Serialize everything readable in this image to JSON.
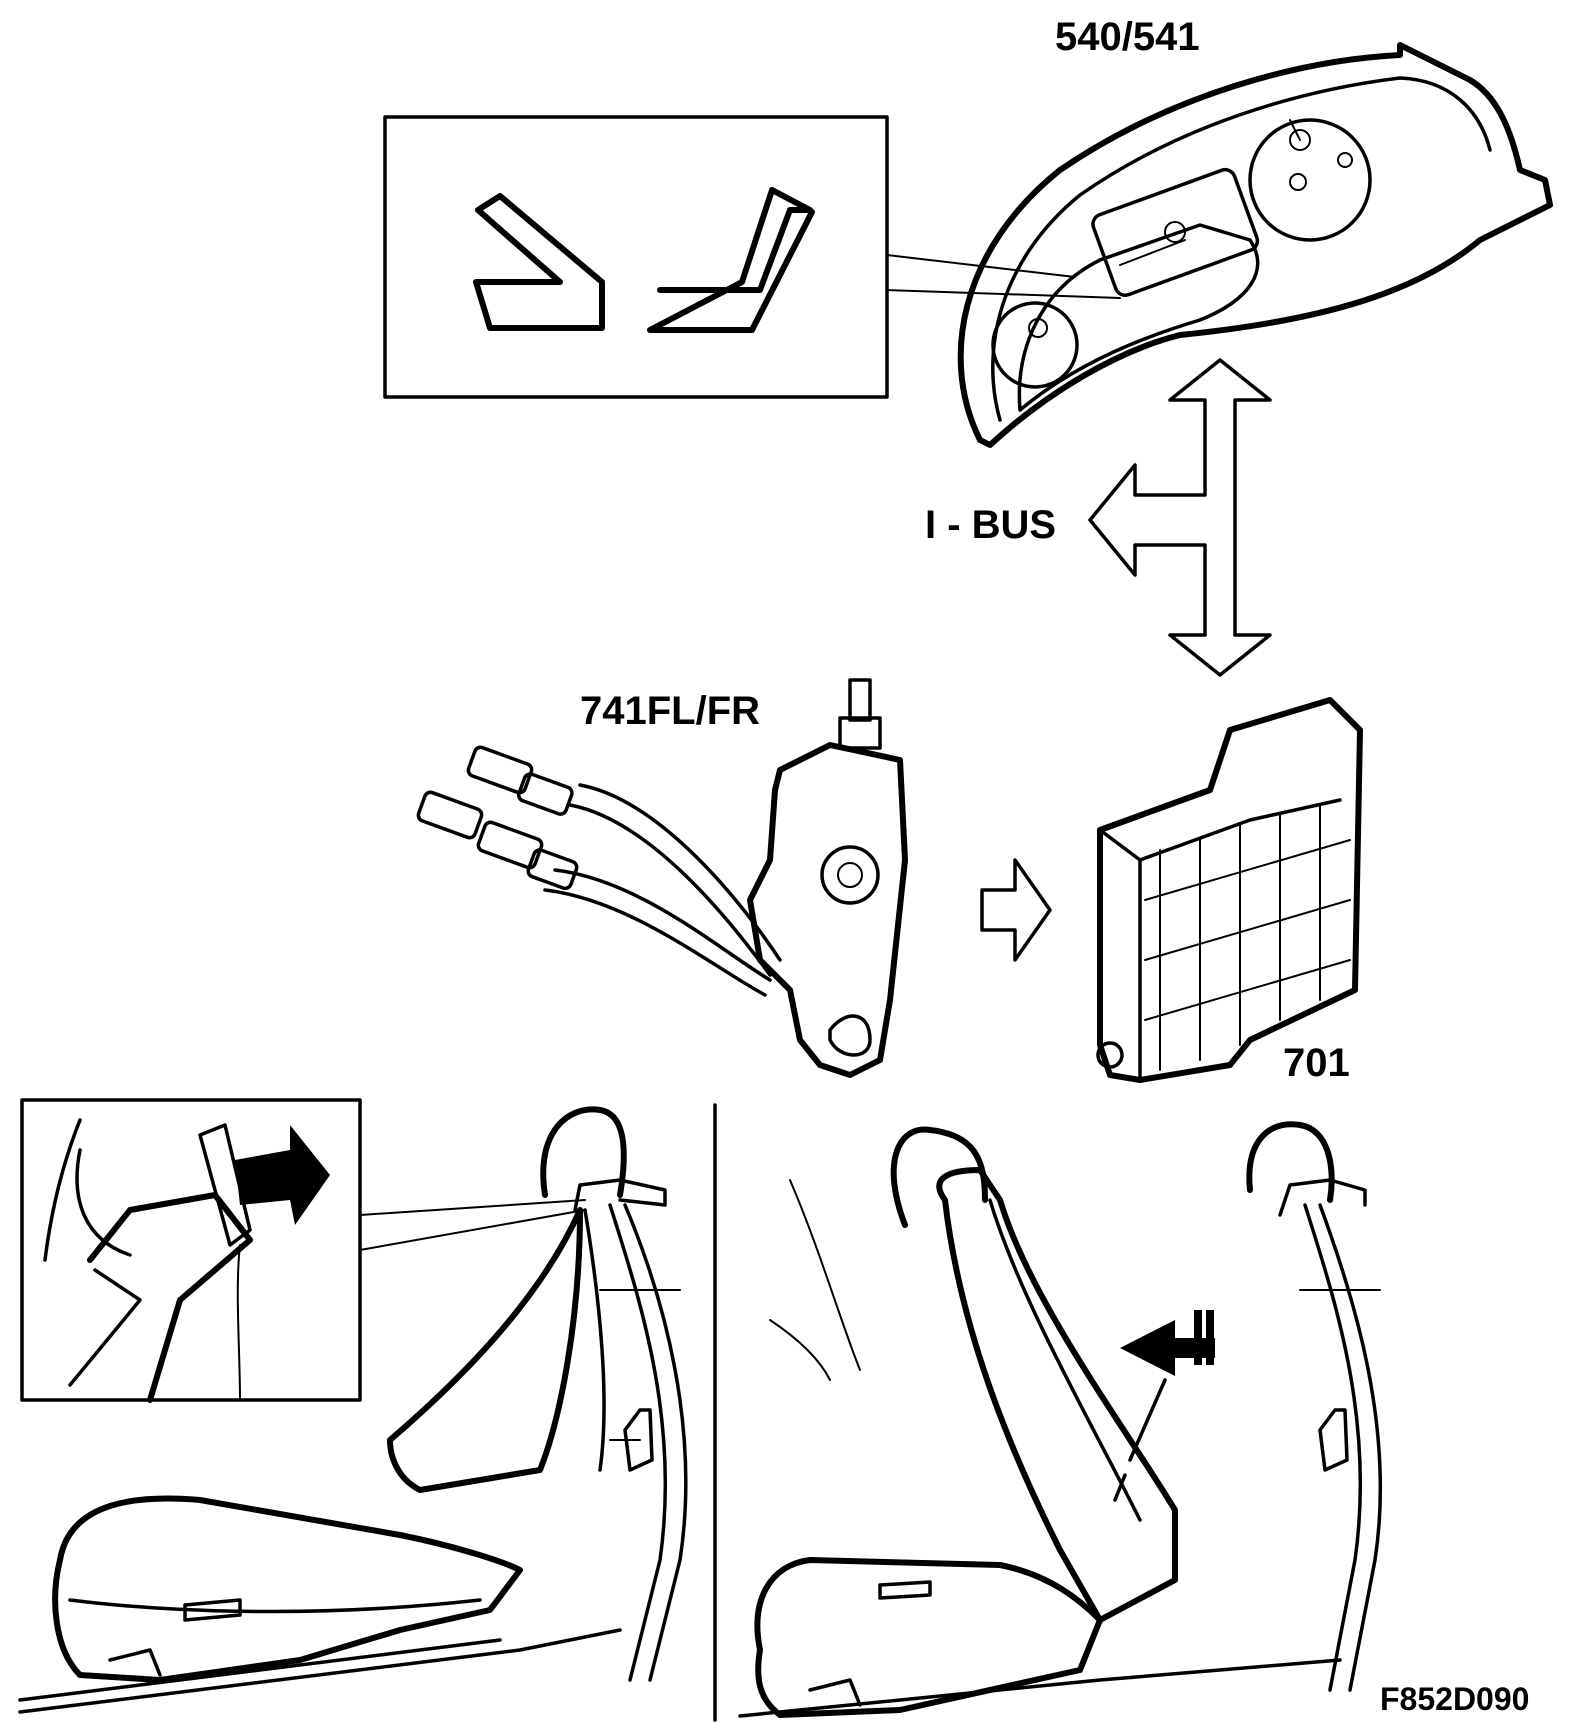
{
  "labels": {
    "instrument_cluster": "540/541",
    "bus": "I - BUS",
    "switch": "741FL/FR",
    "control_module": "701",
    "figure_id": "F852D090"
  },
  "colors": {
    "ink": "#000000",
    "background": "#ffffff"
  }
}
